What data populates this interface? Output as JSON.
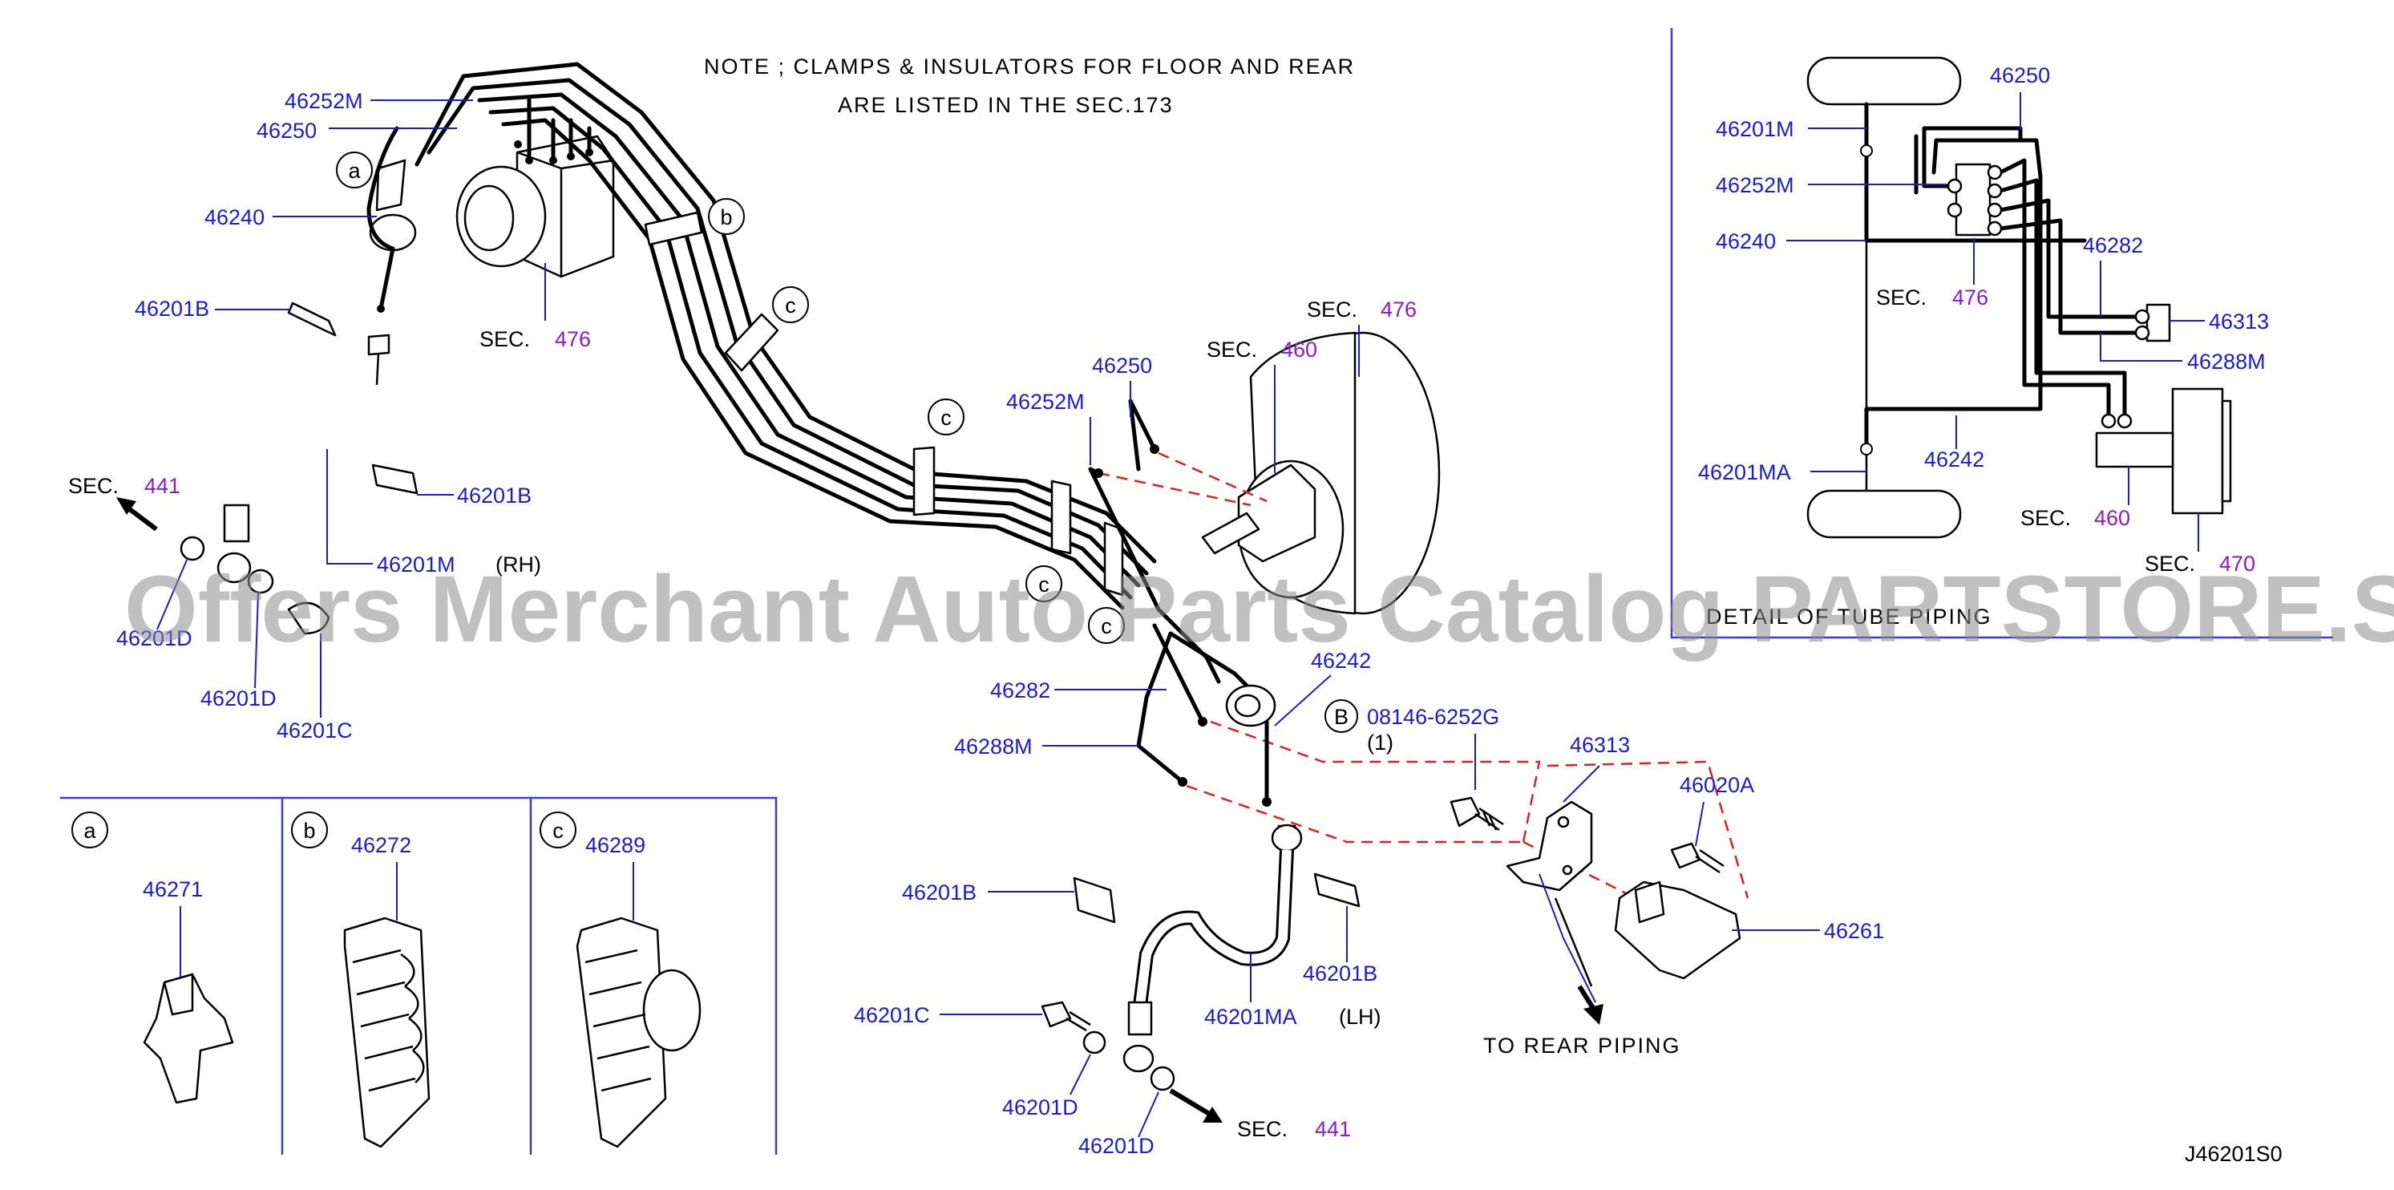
{
  "note": {
    "line1": "NOTE ; CLAMPS & INSULATORS FOR FLOOR AND REAR",
    "line2": "ARE LISTED IN THE SEC.173"
  },
  "sec_prefix": "SEC.",
  "callouts": {
    "a": "a",
    "b": "b",
    "c": "c",
    "B": "B"
  },
  "main_labels": {
    "p46252M": "46252M",
    "p46250": "46250",
    "p46240": "46240",
    "p46201B_1": "46201B",
    "p46201B_2": "46201B",
    "p46201M": "46201M",
    "rh": "(RH)",
    "p46201D_1": "46201D",
    "p46201D_2": "46201D",
    "p46201C": "46201C",
    "sec441_top": "441",
    "sec476_abs": "476",
    "sec476_booster": "476",
    "sec460_booster": "460",
    "p46250_b": "46250",
    "p46252M_b": "46252M",
    "p46282": "46282",
    "p46288M": "46288M",
    "p46242": "46242",
    "bolt": "08146-6252G",
    "bolt_qty": "(1)",
    "p46313": "46313",
    "p46020A": "46020A",
    "p46261": "46261",
    "to_rear": "TO REAR PIPING",
    "p46201B_3": "46201B",
    "p46201B_4": "46201B",
    "p46201MA": "46201MA",
    "lh": "(LH)",
    "p46201C_2": "46201C",
    "p46201D_3": "46201D",
    "p46201D_4": "46201D",
    "sec441_bottom": "441"
  },
  "detail_box": {
    "p46250": "46250",
    "p46201M": "46201M",
    "p46252M": "46252M",
    "p46240": "46240",
    "p46282": "46282",
    "p46313": "46313",
    "p46288M": "46288M",
    "sec476": "476",
    "p46242": "46242",
    "p46201MA": "46201MA",
    "sec460": "460",
    "sec470": "470",
    "caption": "DETAIL OF TUBE PIPING"
  },
  "inset": {
    "a_label": "46271",
    "b_label": "46272",
    "c_label": "46289"
  },
  "diagram_code": "J46201S0",
  "watermark": "Offers Merchant Auto Parts Catalog PARTSTORE.SA",
  "colors": {
    "part_number": "#1a1adb",
    "section_ref": "#8a1ad6",
    "phantom_line": "#e02020",
    "frame": "#3b3bd0"
  }
}
